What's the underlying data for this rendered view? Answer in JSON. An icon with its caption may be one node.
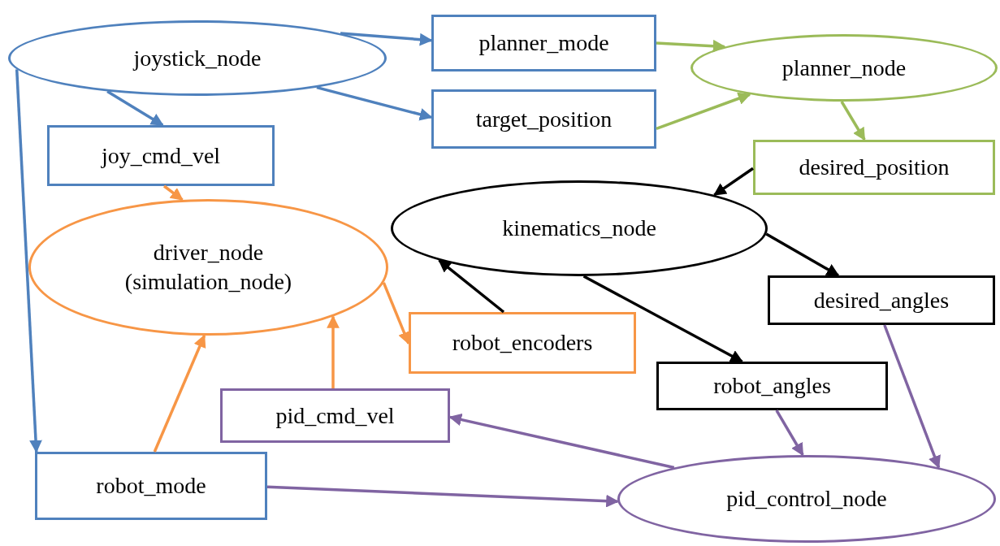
{
  "diagram": {
    "nodes": [
      {
        "text": [
          "joystick_node"
        ]
      },
      {
        "text": [
          "planner_mode"
        ]
      },
      {
        "text": [
          "target_position"
        ]
      },
      {
        "text": [
          "planner_node"
        ]
      },
      {
        "text": [
          "joy_cmd_vel"
        ]
      },
      {
        "text": [
          "desired_position"
        ]
      },
      {
        "text": [
          "kinematics_node"
        ]
      },
      {
        "text": [
          "driver_node (simulation_node)"
        ]
      },
      {
        "text": [
          "desired_angles"
        ]
      },
      {
        "text": [
          "robot_encoders"
        ]
      },
      {
        "text": [
          "robot_angles"
        ]
      },
      {
        "text": [
          "pid_cmd_vel"
        ]
      },
      {
        "text": [
          "robot_mode"
        ]
      },
      {
        "text": [
          "pid_control_node"
        ]
      }
    ],
    "edges": [
      {
        "from": 0,
        "to": 1,
        "arrow": "to",
        "color": "#4f81bd"
      },
      {
        "from": 0,
        "to": 2,
        "arrow": "to",
        "color": "#4f81bd"
      },
      {
        "from": 0,
        "to": 4,
        "arrow": "to",
        "color": "#4f81bd"
      },
      {
        "from": 0,
        "to": 12,
        "arrow": "to",
        "color": "#4f81bd"
      },
      {
        "from": 1,
        "to": 3,
        "arrow": "to",
        "color": "#9bbb59"
      },
      {
        "from": 2,
        "to": 3,
        "arrow": "to",
        "color": "#9bbb59"
      },
      {
        "from": 3,
        "to": 5,
        "arrow": "to",
        "color": "#9bbb59"
      },
      {
        "from": 5,
        "to": 6,
        "arrow": "to",
        "color": "#000000"
      },
      {
        "from": 4,
        "to": 7,
        "arrow": "to",
        "color": "#f79646"
      },
      {
        "from": 7,
        "to": 9,
        "arrow": "to",
        "color": "#f79646"
      },
      {
        "from": 9,
        "to": 6,
        "arrow": "to",
        "color": "#000000"
      },
      {
        "from": 6,
        "to": 8,
        "arrow": "to",
        "color": "#000000"
      },
      {
        "from": 6,
        "to": 10,
        "arrow": "to",
        "color": "#000000"
      },
      {
        "from": 11,
        "to": 7,
        "arrow": "to",
        "color": "#f79646"
      },
      {
        "from": 12,
        "to": 7,
        "arrow": "to",
        "color": "#f79646"
      },
      {
        "from": 10,
        "to": 13,
        "arrow": "to",
        "color": "#8064a2"
      },
      {
        "from": 8,
        "to": 13,
        "arrow": "to",
        "color": "#8064a2"
      },
      {
        "from": 13,
        "to": 11,
        "arrow": "to",
        "color": "#8064a2"
      },
      {
        "from": 12,
        "to": 13,
        "arrow": "to",
        "color": "#8064a2"
      }
    ]
  }
}
